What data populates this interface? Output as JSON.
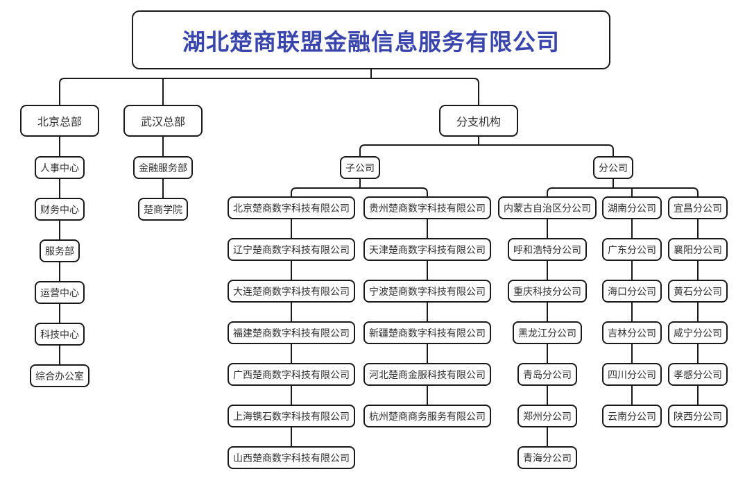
{
  "title": {
    "label": "湖北楚商联盟金融信息服务有限公司",
    "color": "#3a45ac"
  },
  "tree": {
    "headquarters": [
      {
        "name": "北京总部",
        "departments": [
          "人事中心",
          "财务中心",
          "服务部",
          "运营中心",
          "科技中心",
          "综合办公室"
        ]
      },
      {
        "name": "武汉总部",
        "departments": [
          "金融服务部",
          "楚商学院"
        ]
      }
    ],
    "branch_root": {
      "name": "分支机构",
      "groups": [
        {
          "name": "子公司",
          "columns": [
            [
              "北京楚商数字科技有限公司",
              "辽宁楚商数字科技有限公司",
              "大连楚商数字科技有限公司",
              "福建楚商数字科技有限公司",
              "广西楚商数字科技有限公司",
              "上海镌石数字科技有限公司",
              "山西楚商数字科技有限公司"
            ],
            [
              "贵州楚商数字科技有限公司",
              "天津楚商数字科技有限公司",
              "宁波楚商数字科技有限公司",
              "新疆楚商数字科技有限公司",
              "河北楚商金服科技有限公司",
              "杭州楚商商务服务有限公司"
            ]
          ]
        },
        {
          "name": "分公司",
          "columns": [
            [
              "内蒙古自治区分公司",
              "呼和浩特分公司",
              "重庆科技分公司",
              "黑龙江分公司",
              "青岛分公司",
              "郑州分公司",
              "青海分公司"
            ],
            [
              "湖南分公司",
              "广东分公司",
              "海口分公司",
              "吉林分公司",
              "四川分公司",
              "云南分公司"
            ],
            [
              "宜昌分公司",
              "襄阳分公司",
              "黄石分公司",
              "咸宁分公司",
              "孝感分公司",
              "陕西分公司"
            ]
          ]
        }
      ]
    }
  },
  "colors": {
    "line": "#191919",
    "border": "#191919",
    "box_text": "#2e2e2e",
    "background": "#ffffff"
  }
}
